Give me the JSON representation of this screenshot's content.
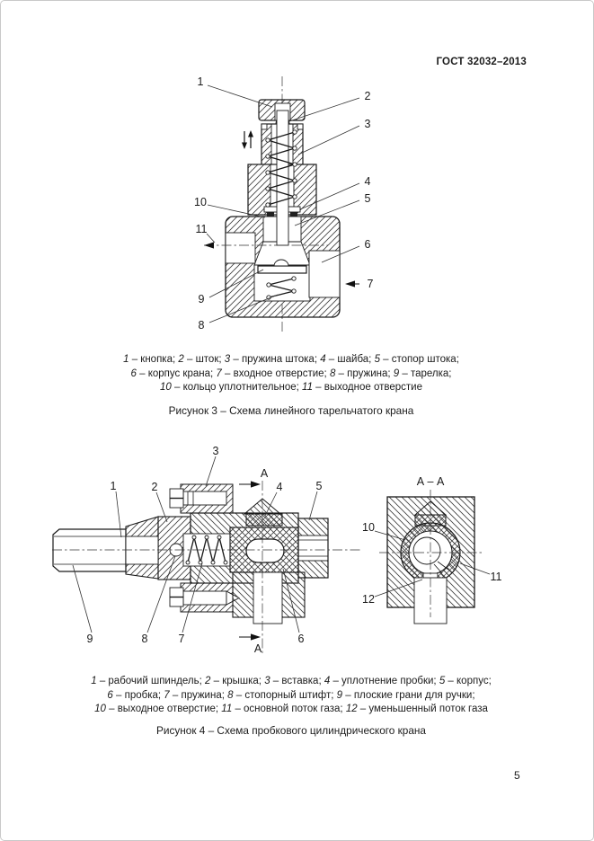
{
  "page": {
    "header": "ГОСТ 32032–2013",
    "number": "5"
  },
  "figure3": {
    "title": "Рисунок 3 – Схема линейного тарельчатого крана",
    "legend": [
      "1 – кнопка; 2 – шток; 3 – пружина штока; 4 – шайба; 5 – стопор штока;",
      "6 – корпус крана; 7 – входное отверстие; 8 – пружина; 9 – тарелка;",
      "10 – кольцо уплотнительное; 11 – выходное отверстие"
    ],
    "callouts": {
      "c1": "1",
      "c2": "2",
      "c3": "3",
      "c4": "4",
      "c5": "5",
      "c6": "6",
      "c7": "7",
      "c8": "8",
      "c9": "9",
      "c10": "10",
      "c11": "11"
    }
  },
  "figure4": {
    "title": "Рисунок 4 – Схема пробкового цилиндрического крана",
    "legend": [
      "1 – рабочий шпиндель; 2 – крышка; 3 – вставка; 4 – уплотнение пробки; 5 – корпус;",
      "6 – пробка; 7 – пружина; 8 – стопорный штифт; 9 – плоские грани для ручки;",
      "10 – выходное отверстие; 11 – основной поток газа; 12 – уменьшенный поток газа"
    ],
    "callouts": {
      "c1": "1",
      "c2": "2",
      "c3": "3",
      "c4": "4",
      "c5": "5",
      "c6": "6",
      "c7": "7",
      "c8": "8",
      "c9": "9",
      "c10": "10",
      "c11": "11",
      "c12": "12"
    },
    "section_mark": "А",
    "section_title": "А – А"
  },
  "colors": {
    "ink": "#1a1a1a",
    "page_border": "#c9c9c9"
  }
}
